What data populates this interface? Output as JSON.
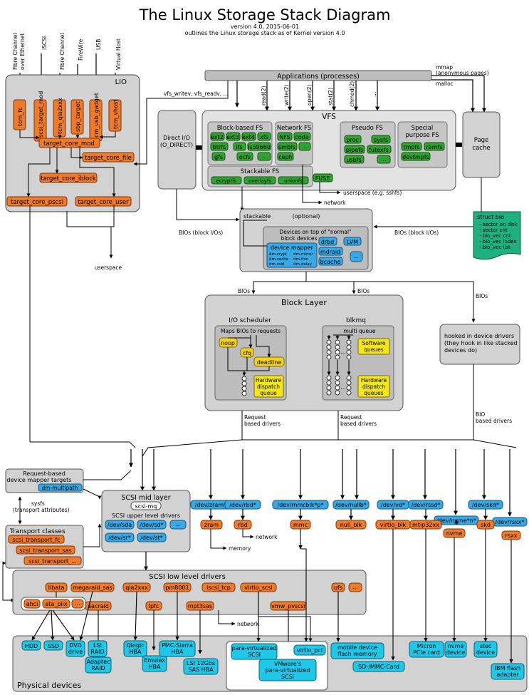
{
  "title": "The Linux Storage Stack Diagram",
  "subtitle1": "version 4.0, 2015-06-01",
  "subtitle2": "outlines the Linux storage stack as of Kernel version 4.0",
  "top_transports": [
    "Fibre Channel",
    "over Ethernet",
    "iSCSI",
    "Fibre Channel",
    "FireWire",
    "USB",
    "Virtual Host"
  ],
  "lio": {
    "label": "LIO",
    "fabric_modules": [
      "tcm_fc",
      "iscsi_target_mod",
      "tcm_qla2xxx",
      "sbp_target",
      "tcm_usb_gadget",
      "tcm_vhost"
    ],
    "core": "target_core_mod",
    "backends": [
      "target_core_file",
      "target_core_iblock",
      "target_core_pscsi",
      "target_core_user"
    ]
  },
  "applications": "Applications (processes)",
  "mmap": [
    "mmap",
    "(anonymous pages)"
  ],
  "malloc": "malloc",
  "syscalls": [
    "read(2)",
    "write(2)",
    "open(2)",
    "stat(2)",
    "chmod(2)",
    "..."
  ],
  "vfs_writev": "vfs_writev, vfs_readv, ...",
  "direct_io": [
    "Direct I/O",
    "(O_DIRECT)"
  ],
  "vfs": {
    "label": "VFS",
    "block_fs_label": "Block-based FS",
    "block_fs": [
      "ext2",
      "ext3",
      "ext4",
      "xfs",
      "btrfs",
      "ifs",
      "iso9660",
      "gfs",
      "ocfs",
      "..."
    ],
    "network_fs_label": "Network FS",
    "network_fs": [
      "NFS",
      "coda",
      "smbfs",
      "...",
      "ceph"
    ],
    "pseudo_fs_label": "Pseudo FS",
    "pseudo_fs": [
      "proc",
      "sysfs",
      "pipefs",
      "futexfs",
      "usbfs",
      "..."
    ],
    "special_fs_label": [
      "Special",
      "purpose FS"
    ],
    "special_fs": [
      "tmpfs",
      "ramfs",
      "devtmpfs"
    ],
    "stackable_fs_label": "Stackable FS",
    "stackable_fs": [
      "ecryptfs",
      "overlayfs",
      "unionfs"
    ],
    "fuse": "FUSE"
  },
  "page_cache": [
    "Page",
    "cache"
  ],
  "userspace_sshfs": "userspace (e.g. sshfs)",
  "network": "network",
  "bios_label": "BIOs (block I/Os)",
  "userspace": "userspace",
  "stackable_area": {
    "stackable": "stackable",
    "optional": "(optional)",
    "devices_title": [
      "Devices on top of \"normal\"",
      "block devices"
    ],
    "device_mapper": "device mapper",
    "dm_targets": [
      "dm-crypt",
      "dm-mirror",
      "dm-cache",
      "dm-thin",
      "dm-raid",
      "dm-delay"
    ],
    "others": [
      "drbd",
      "LVM",
      "mdraid",
      "...",
      "bcache"
    ]
  },
  "struct_bio": {
    "title": "struct bio",
    "fields": [
      "- sector on disk",
      "- sector cnt",
      "- bio_vec cnt",
      "- bio_vec index",
      "- bio_vec list"
    ]
  },
  "bios": "BIOs",
  "block_layer": {
    "label": "Block Layer",
    "io_scheduler": "I/O scheduler",
    "maps_bios": "Maps BIOs to requests",
    "schedulers": [
      "noop",
      "cfq",
      "deadline"
    ],
    "hw_dispatch": [
      "Hardware",
      "dispatch",
      "queue"
    ],
    "blkmq": "blkmq",
    "multi_queue": "multi queue",
    "software_queues": [
      "Software",
      "queues"
    ],
    "hw_dispatch_queues": [
      "Hardware",
      "dispatch",
      "queues"
    ]
  },
  "hooked": [
    "hooked in device drivers",
    "(they hook in like stacked",
    "devices do)"
  ],
  "request_based": [
    "Request",
    "based drivers"
  ],
  "bio_based": [
    "BIO",
    "based drivers"
  ],
  "request_dm": {
    "title": [
      "Request-based",
      "device mapper targets"
    ],
    "item": "dm-multipath"
  },
  "sysfs": [
    "sysfs",
    "(transport attributes)"
  ],
  "transport_classes": {
    "label": "Transport classes",
    "items": [
      "scsi_transport_fc",
      "scsi_transport_sas",
      "scsi_transport_..."
    ]
  },
  "scsi_mid": {
    "label": "SCSI mid layer",
    "scsi_mq": "scsi-mq",
    "upper": "SCSI upper level drivers",
    "devices": [
      "/dev/sda",
      "/dev/sd*",
      "...",
      "/dev/sr*",
      "/dev/st*"
    ]
  },
  "dev_nodes": [
    "/dev/zram*",
    "/dev/rbd*",
    "/dev/mmcblk*p*",
    "/dev/nullb*",
    "/dev/vd*",
    "/dev/rssd*",
    "/dev/nvme*n*",
    "/dev/skd*",
    "/dev/rsxx*"
  ],
  "drivers": [
    "zram",
    "rbd",
    "mmc",
    "null_blk",
    "virtio_blk",
    "mtip32xx",
    "nvme",
    "skd",
    "rsxx"
  ],
  "memory": "memory",
  "scsi_low": {
    "label": "SCSI low level drivers",
    "drivers": [
      "libata",
      "megaraid_sas",
      "qla2xxx",
      "pm8001",
      "iscsi_tcp",
      "virtio_scsi",
      "ufs",
      "...",
      "aacraid",
      "lpfc",
      "mpt3sas",
      "vmw_pvscsi"
    ],
    "libata_sub": [
      "ahci",
      "ata_piix",
      "..."
    ]
  },
  "physical": {
    "label": "Physical devices",
    "devices": [
      "HDD",
      "SSD",
      "DVD drive",
      "LSI RAID",
      "Adaptec RAID",
      "Qlogic HBA",
      "Emulex HBA",
      "PMC-Sierra HBA",
      "LSI 12Gbs SAS HBA",
      "mobile device flash memory",
      "SD-/MMC-Card",
      "Micron PCIe card",
      "nvme device",
      "stec device",
      "IBM flash adapter"
    ],
    "virt_box": [
      "para-virtualized SCSI",
      "virtio_pci",
      "VMware's para-virtualized SCSI"
    ]
  },
  "colors": {
    "orange": "#f07a2c",
    "green": "#2fa52f",
    "blue": "#39a9e5",
    "cyan": "#1ec8e8",
    "yellow": "#f5e61a",
    "gray_box": "#d2d2d2",
    "gray_inner": "#bdbdbd"
  }
}
